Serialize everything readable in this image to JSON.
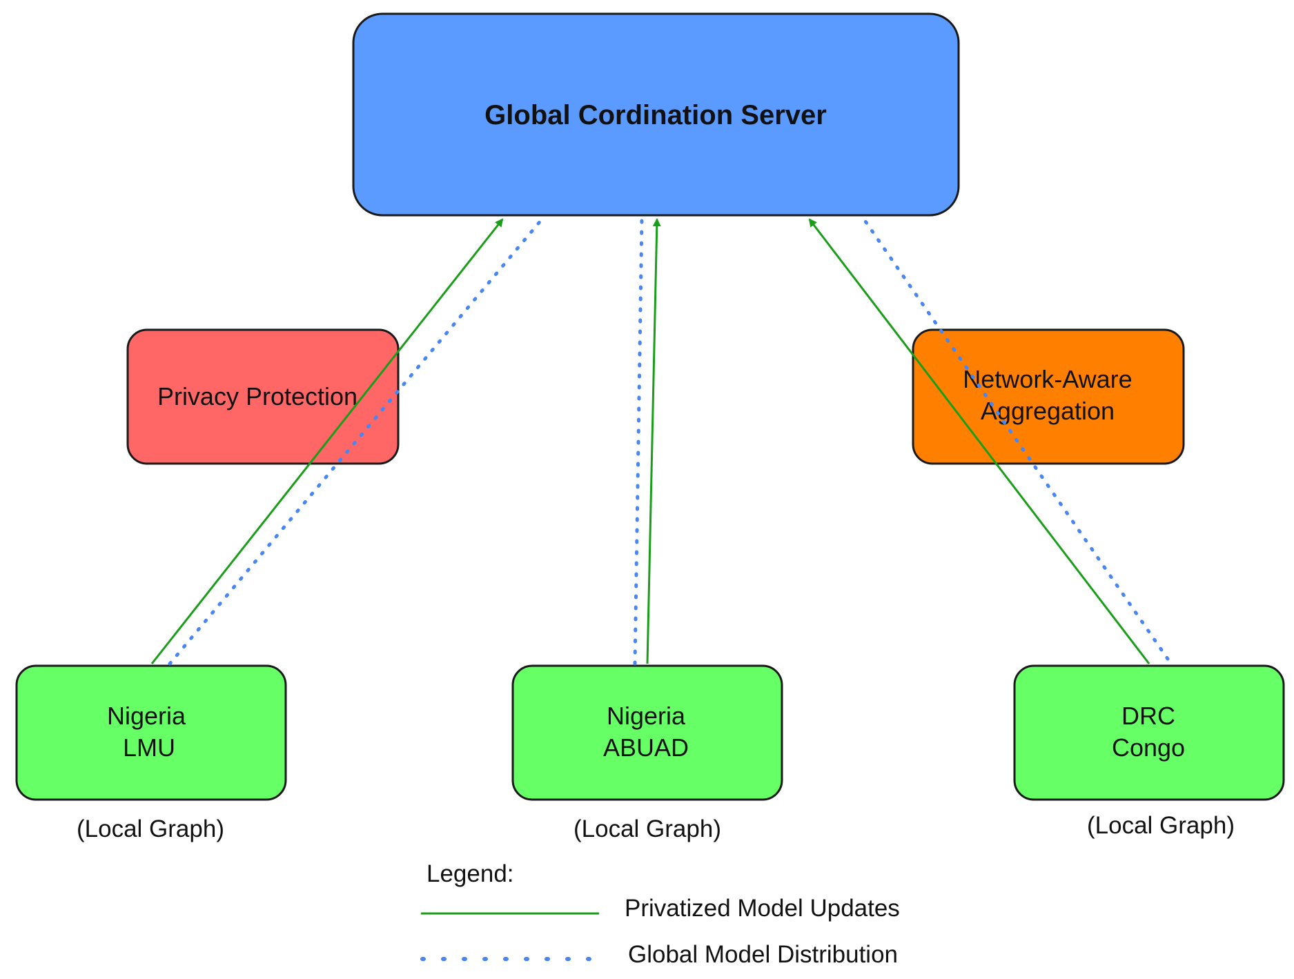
{
  "nodes": {
    "server": {
      "lines": [
        "Global Cordination Server"
      ],
      "color": "#5b9bff"
    },
    "privacy": {
      "lines": [
        "Privacy Protection"
      ],
      "color": "#ff6666"
    },
    "aggregation": {
      "lines": [
        "Network-Aware",
        "Aggregation"
      ],
      "color": "#ff8000"
    },
    "lmu": {
      "lines": [
        "Nigeria",
        "LMU"
      ],
      "color": "#66ff66"
    },
    "abuad": {
      "lines": [
        "Nigeria",
        "ABUAD"
      ],
      "color": "#66ff66"
    },
    "congo": {
      "lines": [
        "DRC",
        "Congo"
      ],
      "color": "#66ff66"
    }
  },
  "captions": {
    "lmu": "(Local Graph)",
    "abuad": "(Local Graph)",
    "congo": "(Local Graph)"
  },
  "legend": {
    "title": "Legend:",
    "updates_label": "Privatized Model Updates",
    "distribution_label": "Global Model Distribution"
  },
  "colors": {
    "update_line": "#1a9e1a",
    "distribution_line": "#4a86f0",
    "border": "#1a1a1a"
  }
}
